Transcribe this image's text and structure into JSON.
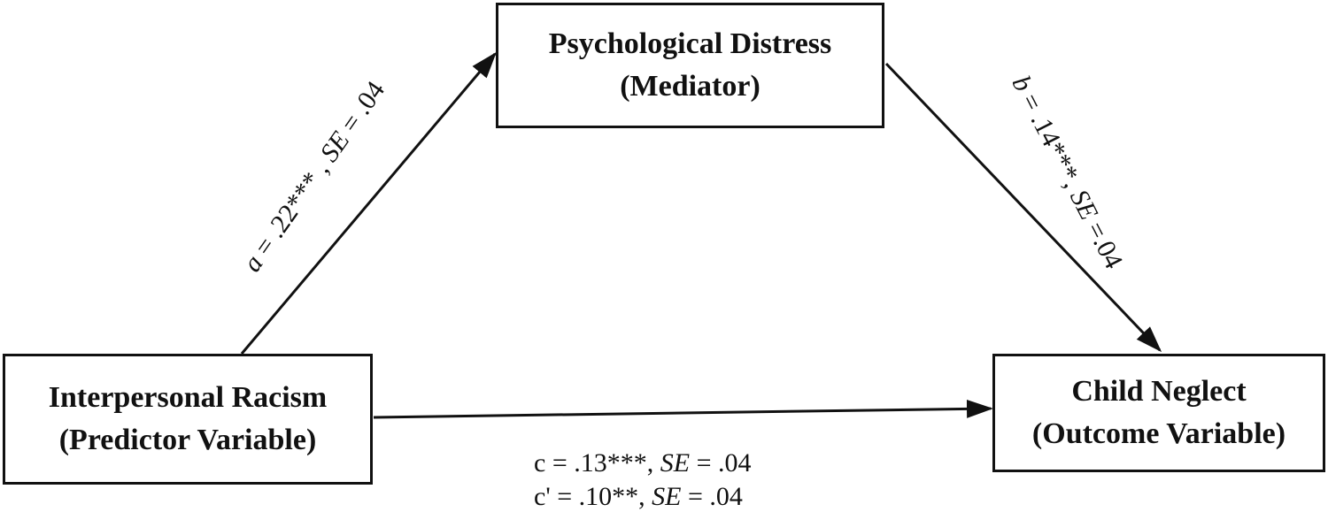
{
  "nodes": {
    "mediator": {
      "title": "Psychological Distress",
      "role": "(Mediator)"
    },
    "predictor": {
      "title": "Interpersonal Racism",
      "role": "(Predictor Variable)"
    },
    "outcome": {
      "title": "Child Neglect",
      "role": "(Outcome Variable)"
    }
  },
  "paths": {
    "a": {
      "symbol": "a",
      "value": " = .22*** , ",
      "se_label": "SE",
      "se_value": " = .04"
    },
    "b": {
      "symbol": "b",
      "value": " = .14***, ",
      "se_label": "SE",
      "se_value": " =.04"
    },
    "c": {
      "symbol": "c",
      "value": " = .13***, ",
      "se_label": "SE",
      "se_value": " = .04"
    },
    "c_prime": {
      "symbol": "c'",
      "value": " = .10**, ",
      "se_label": "SE",
      "se_value": " = .04"
    }
  }
}
